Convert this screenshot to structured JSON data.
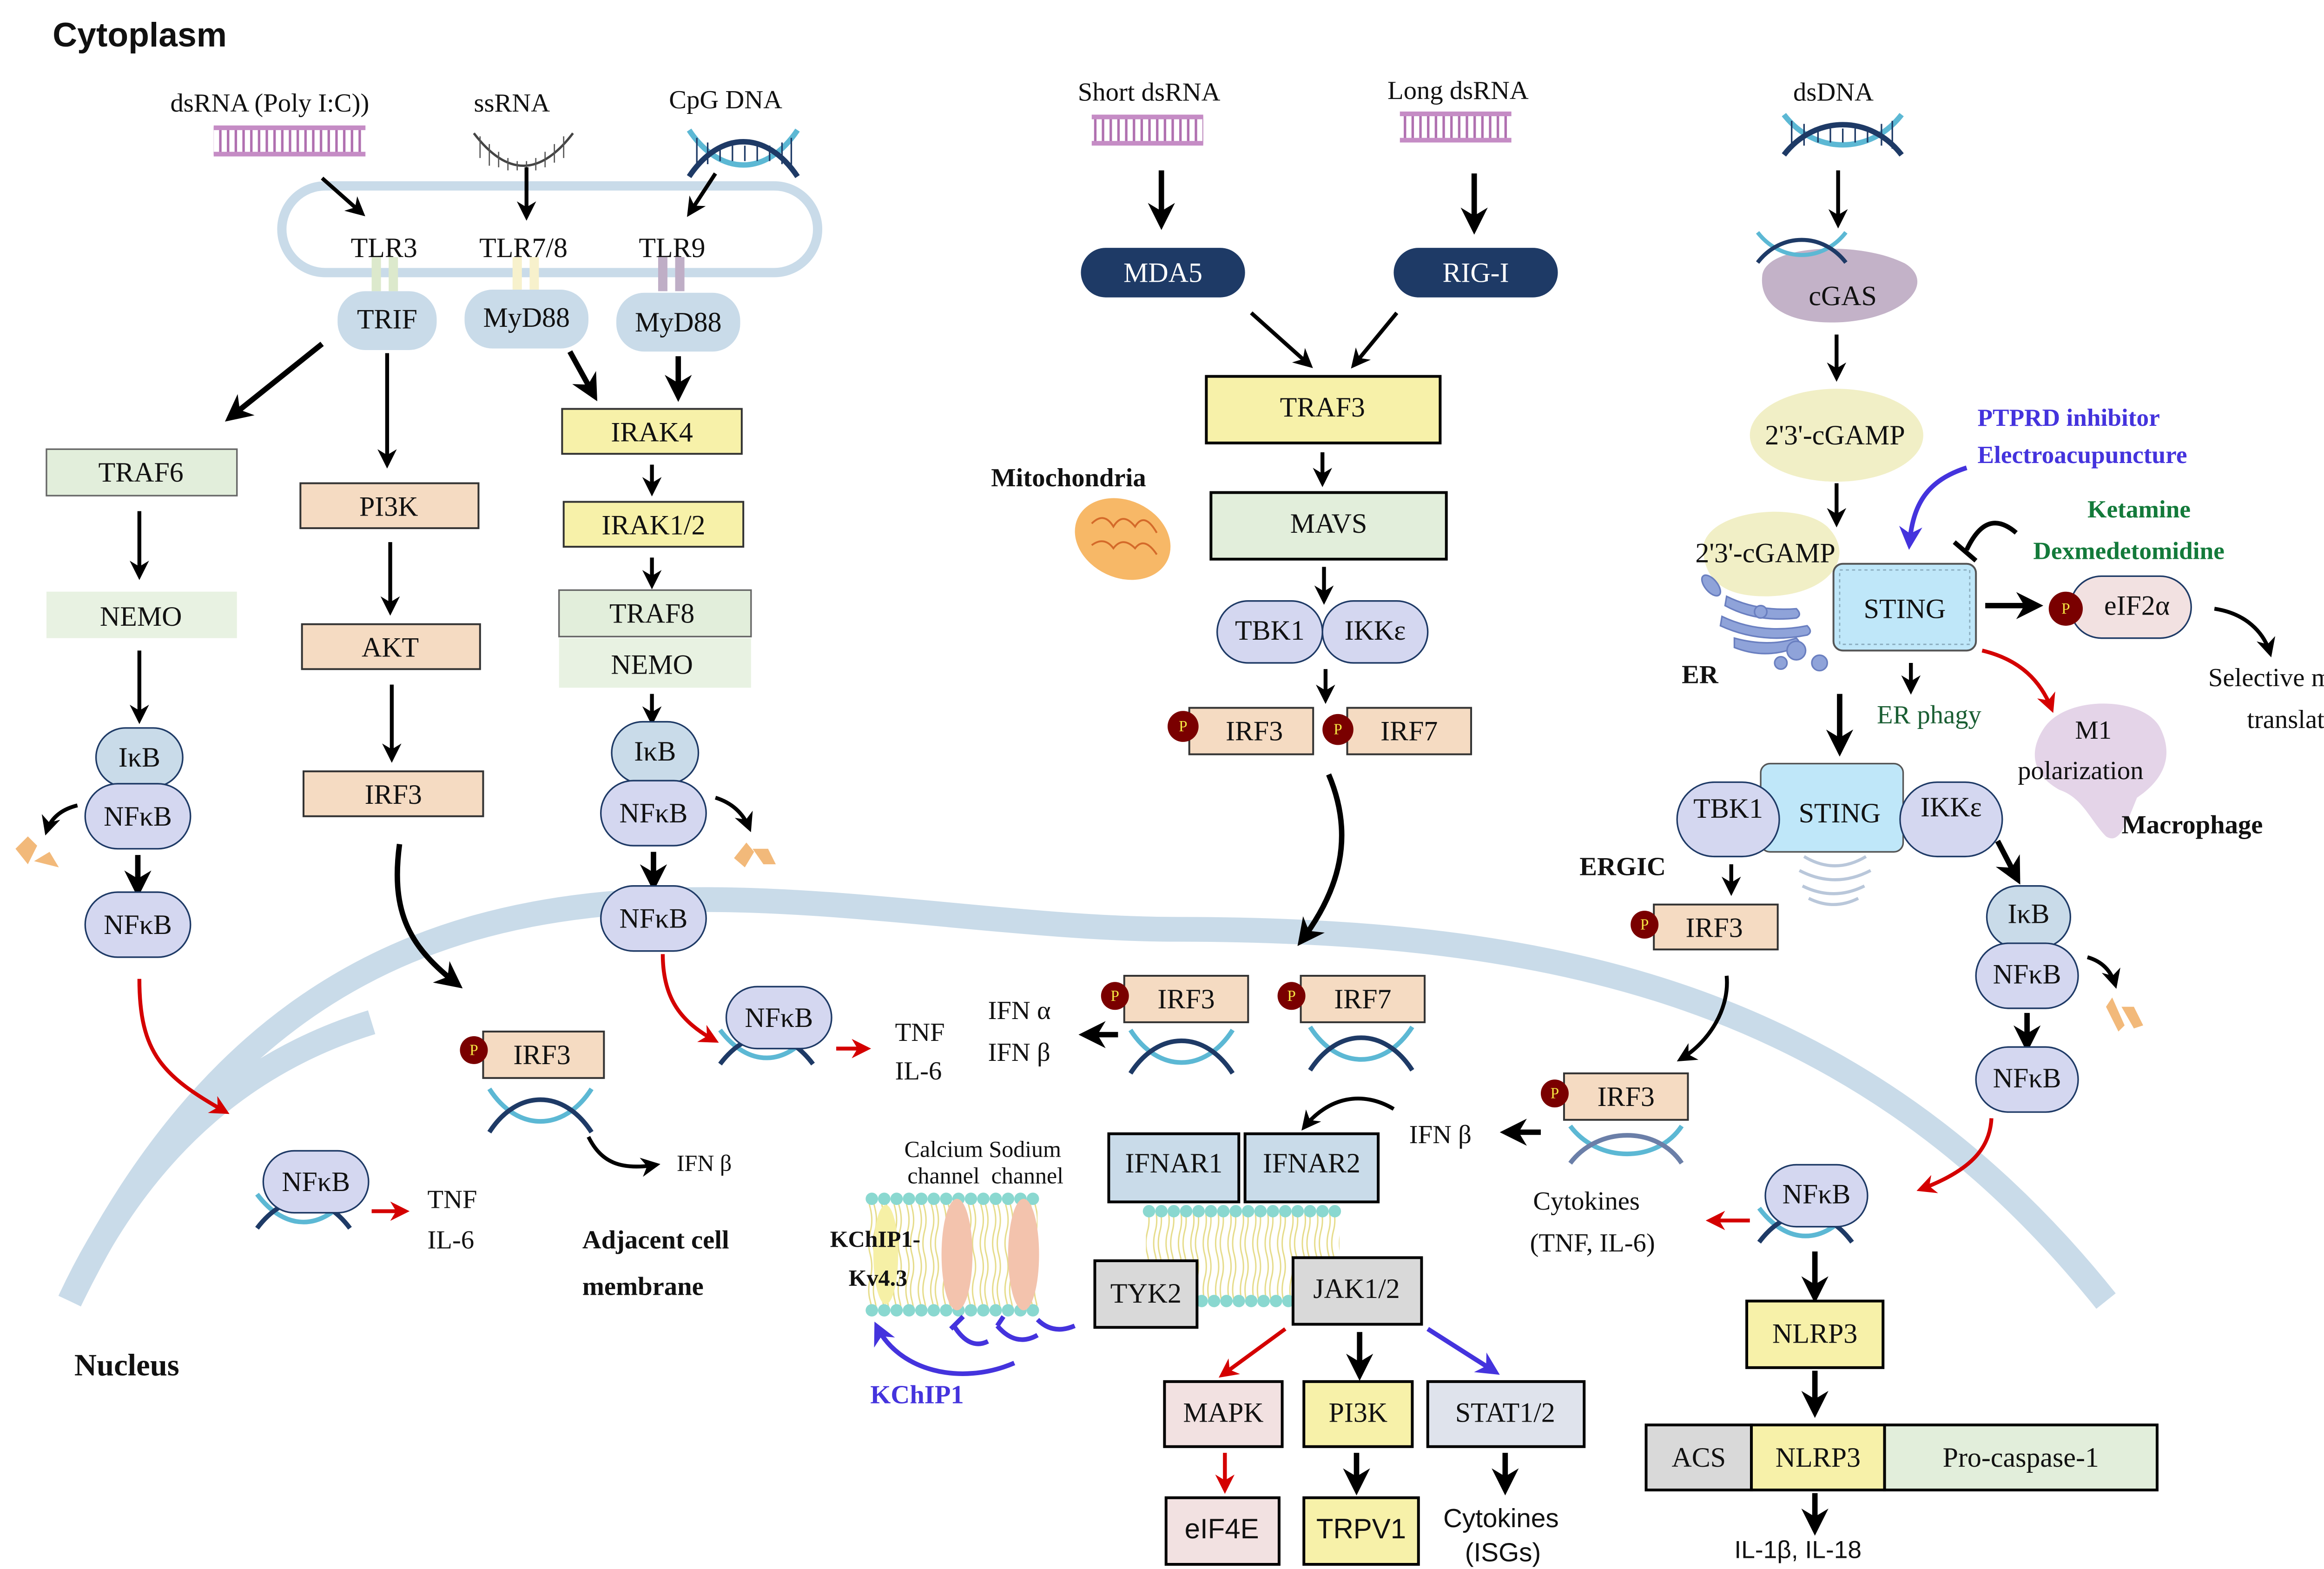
{
  "regions": {
    "cytoplasm": "Cytoplasm",
    "nucleus": "Nucleus",
    "mitochondria": "Mitochondria",
    "er": "ER",
    "ergic": "ERGIC",
    "macrophage": "Macrophage",
    "adjacent_cell_membrane_line1": "Adjacent cell",
    "adjacent_cell_membrane_line2": "membrane"
  },
  "ligands": {
    "dsrna_polyic": "dsRNA (Poly I:C))",
    "ssrna": "ssRNA",
    "cpg_dna": "CpG DNA",
    "short_dsrna": "Short dsRNA",
    "long_dsrna": "Long dsRNA",
    "dsdna": "dsDNA"
  },
  "tlr_pathway": {
    "receptors": [
      "TLR3",
      "TLR7/8",
      "TLR9"
    ],
    "adaptors": [
      "TRIF",
      "MyD88",
      "MyD88"
    ],
    "traf6_branch": [
      "TRAF6",
      "NEMO",
      "IκB",
      "NFκB",
      "NFκB"
    ],
    "pi3k_branch": [
      "PI3K",
      "AKT",
      "IRF3"
    ],
    "irak_branch": [
      "IRAK4",
      "IRAK1/2",
      "TRAF8",
      "NEMO",
      "IκB",
      "NFκB",
      "NFκB"
    ]
  },
  "rlr_pathway": {
    "sensors": [
      "MDA5",
      "RIG-I"
    ],
    "traf3": "TRAF3",
    "mavs": "MAVS",
    "kinases": [
      "TBK1",
      "IKKε"
    ],
    "irfs": [
      "IRF3",
      "IRF7"
    ]
  },
  "cgas_pathway": {
    "cgas": "cGAS",
    "cgamp_1": "2'3'-cGAMP",
    "cgamp_2": "2'3'-cGAMP",
    "sting": "STING",
    "eif2a": "eIF2α",
    "selective_line1": "Selective mRNA",
    "selective_line2": "translation",
    "er_phagy": "ER phagy",
    "m1_line1": "M1",
    "m1_line2": "polarization",
    "sting_complex": [
      "TBK1",
      "STING",
      "IKKε"
    ],
    "irf3": "IRF3",
    "nfkb_chain": [
      "IκB",
      "NFκB",
      "NFκB"
    ]
  },
  "modulators": {
    "activators_line1": "PTPRD inhibitor",
    "activators_line2": "Electroacupuncture",
    "inhibitors_line1": "Ketamine",
    "inhibitors_line2": "Dexmedetomidine",
    "activator_color": "#4433dd",
    "inhibitor_color": "#137a3a"
  },
  "nucleus_content": {
    "nfkb_left": "NFκB",
    "tnf_left": "TNF",
    "il6_left": "IL-6",
    "irf3_left": "IRF3",
    "ifnb_left": "IFN β",
    "nfkb_mid": "NFκB",
    "tnf_mid": "TNF",
    "il6_mid": "IL-6",
    "ifna": "IFN α",
    "ifnb_mid": "IFN β",
    "irf3_mid": "IRF3",
    "irf7_mid": "IRF7",
    "irf3_right": "IRF3",
    "ifnb_right": "IFN β",
    "cytokines_line1": "Cytokines",
    "cytokines_line2": "(TNF, IL-6)",
    "nfkb_right": "NFκB"
  },
  "ifn_signaling": {
    "receptors": [
      "IFNAR1",
      "IFNAR2"
    ],
    "tyk2": "TYK2",
    "jak": "JAK1/2",
    "downstream": [
      "MAPK",
      "PI3K",
      "STAT1/2"
    ],
    "effectors": [
      "eIF4E",
      "TRPV1"
    ],
    "cytokines_line1": "Cytokines",
    "cytokines_line2": "(ISGs)",
    "channel_label_line1": "Calcium Sodium",
    "channel_label_line2": "channel  channel",
    "kchip_complex_line1": "KChIP1-",
    "kchip_complex_line2": "Kv4.3",
    "kchip1": "KChIP1"
  },
  "inflammasome": {
    "nlrp3": "NLRP3",
    "complex": [
      "ACS",
      "NLRP3",
      "Pro-caspase-1"
    ],
    "outputs": "IL-1β, IL-18"
  },
  "phospho_label": "P",
  "colors": {
    "membrane": "#c9dbe9",
    "adaptor_fill": "#c9dbe9",
    "yellow_box": "#f7f1a9",
    "green_box": "#e2eedb",
    "peach_box": "#f5dbc2",
    "lavender": "#d4d7f0",
    "navy_pill": "#1e3a66",
    "sting_fill": "#bfe7f9",
    "phospho": "#7a0000",
    "red_arrow": "#d40000"
  }
}
